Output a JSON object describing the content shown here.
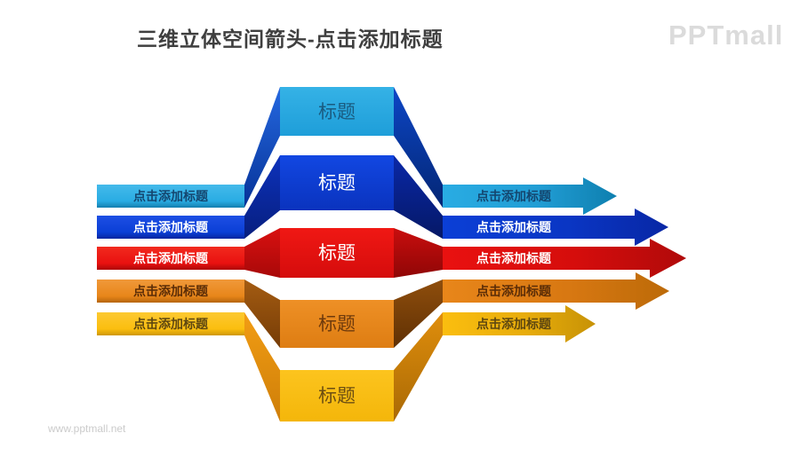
{
  "page": {
    "title": "三维立体空间箭头-点击添加标题",
    "logo_text": "PPTmall",
    "watermark": "www.pptmall.net",
    "background_color": "#ffffff",
    "title_color": "#3f3f3f"
  },
  "diagram": {
    "description_labels": {
      "center_box_label": "标题",
      "band_label": "点击添加标题"
    },
    "rows": [
      {
        "name": "cyan",
        "color": "#29ACE3",
        "wing_color": "#0B48C0",
        "left_label": "点击添加标题",
        "right_label": "点击添加标题",
        "box_label": "标题"
      },
      {
        "name": "blue",
        "color": "#0B3FD6",
        "wing_color": "#0A28A8",
        "left_label": "点击添加标题",
        "right_label": "点击添加标题",
        "box_label": "标题"
      },
      {
        "name": "red",
        "color": "#E91110",
        "wing_color": "#C50D0D",
        "left_label": "点击添加标题",
        "right_label": "点击添加标题",
        "box_label": "标题"
      },
      {
        "name": "orange",
        "color": "#E8861A",
        "wing_color": "#94510F",
        "left_label": "点击添加标题",
        "right_label": "点击添加标题",
        "box_label": "标题"
      },
      {
        "name": "yellow",
        "color": "#FBBE0F",
        "wing_color": "#E89110",
        "left_label": "点击添加标题",
        "right_label": "点击添加标题",
        "box_label": "标题"
      }
    ]
  }
}
